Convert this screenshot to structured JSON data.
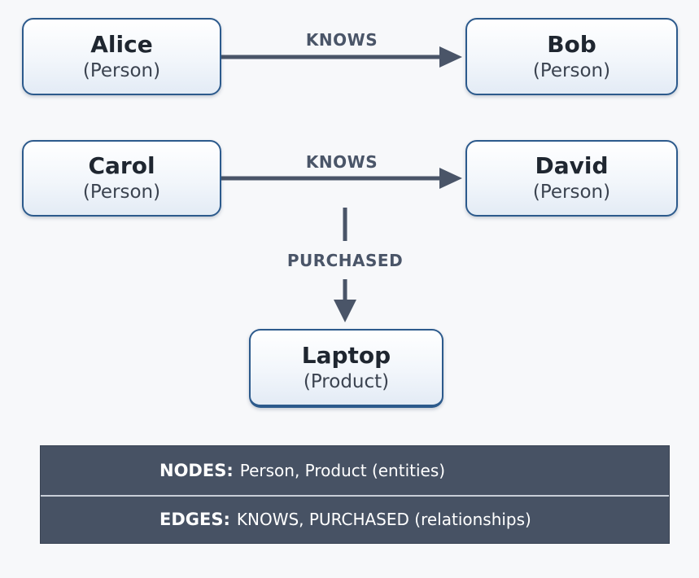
{
  "nodes": {
    "alice": {
      "name": "Alice",
      "type": "(Person)"
    },
    "bob": {
      "name": "Bob",
      "type": "(Person)"
    },
    "carol": {
      "name": "Carol",
      "type": "(Person)"
    },
    "david": {
      "name": "David",
      "type": "(Person)"
    },
    "laptop": {
      "name": "Laptop",
      "type": "(Product)"
    }
  },
  "edges": {
    "alice_bob": "KNOWS",
    "carol_david": "KNOWS",
    "carol_laptop": "PURCHASED"
  },
  "legend": {
    "nodes_key": "NODES:",
    "nodes_text": "Person, Product (entities)",
    "edges_key": "EDGES:",
    "edges_text": "KNOWS, PURCHASED (relationships)"
  },
  "colors": {
    "node_border": "#2c5a8c",
    "edge": "#4a5568",
    "legend_bg": "#475264"
  }
}
